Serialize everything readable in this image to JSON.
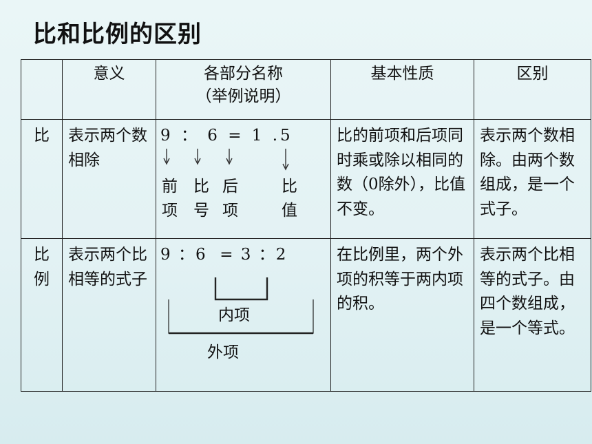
{
  "title": "比和比例的区别",
  "table": {
    "headers": {
      "blank": "",
      "meaning": "意义",
      "parts_line1": "各部分名称",
      "parts_line2": "（举例说明）",
      "property": "基本性质",
      "difference": "区别"
    },
    "row_ratio": {
      "label": "比",
      "meaning": "表示两个数相除",
      "equation": "9 ： 6 = 1 .5",
      "part_first": "前项",
      "part_sign": "比号",
      "part_second": "后项",
      "part_value": "比值",
      "property": "比的前项和后项同时乘或除以相同的数（0除外），比值不变。",
      "difference": "表示两个数相除。由两个数组成，是一个式子。"
    },
    "row_proportion": {
      "label": "比例",
      "meaning": "表示两个比相等的式子",
      "equation_left": "9 ：6",
      "equation_right": "= 3 ：2",
      "inner_terms": "内项",
      "outer_terms": "外项",
      "property": "在比例里，两个外项的积等于两内项的积。",
      "difference": "表示两个比相等的式子。由四个数组成，是一个等式。"
    }
  }
}
